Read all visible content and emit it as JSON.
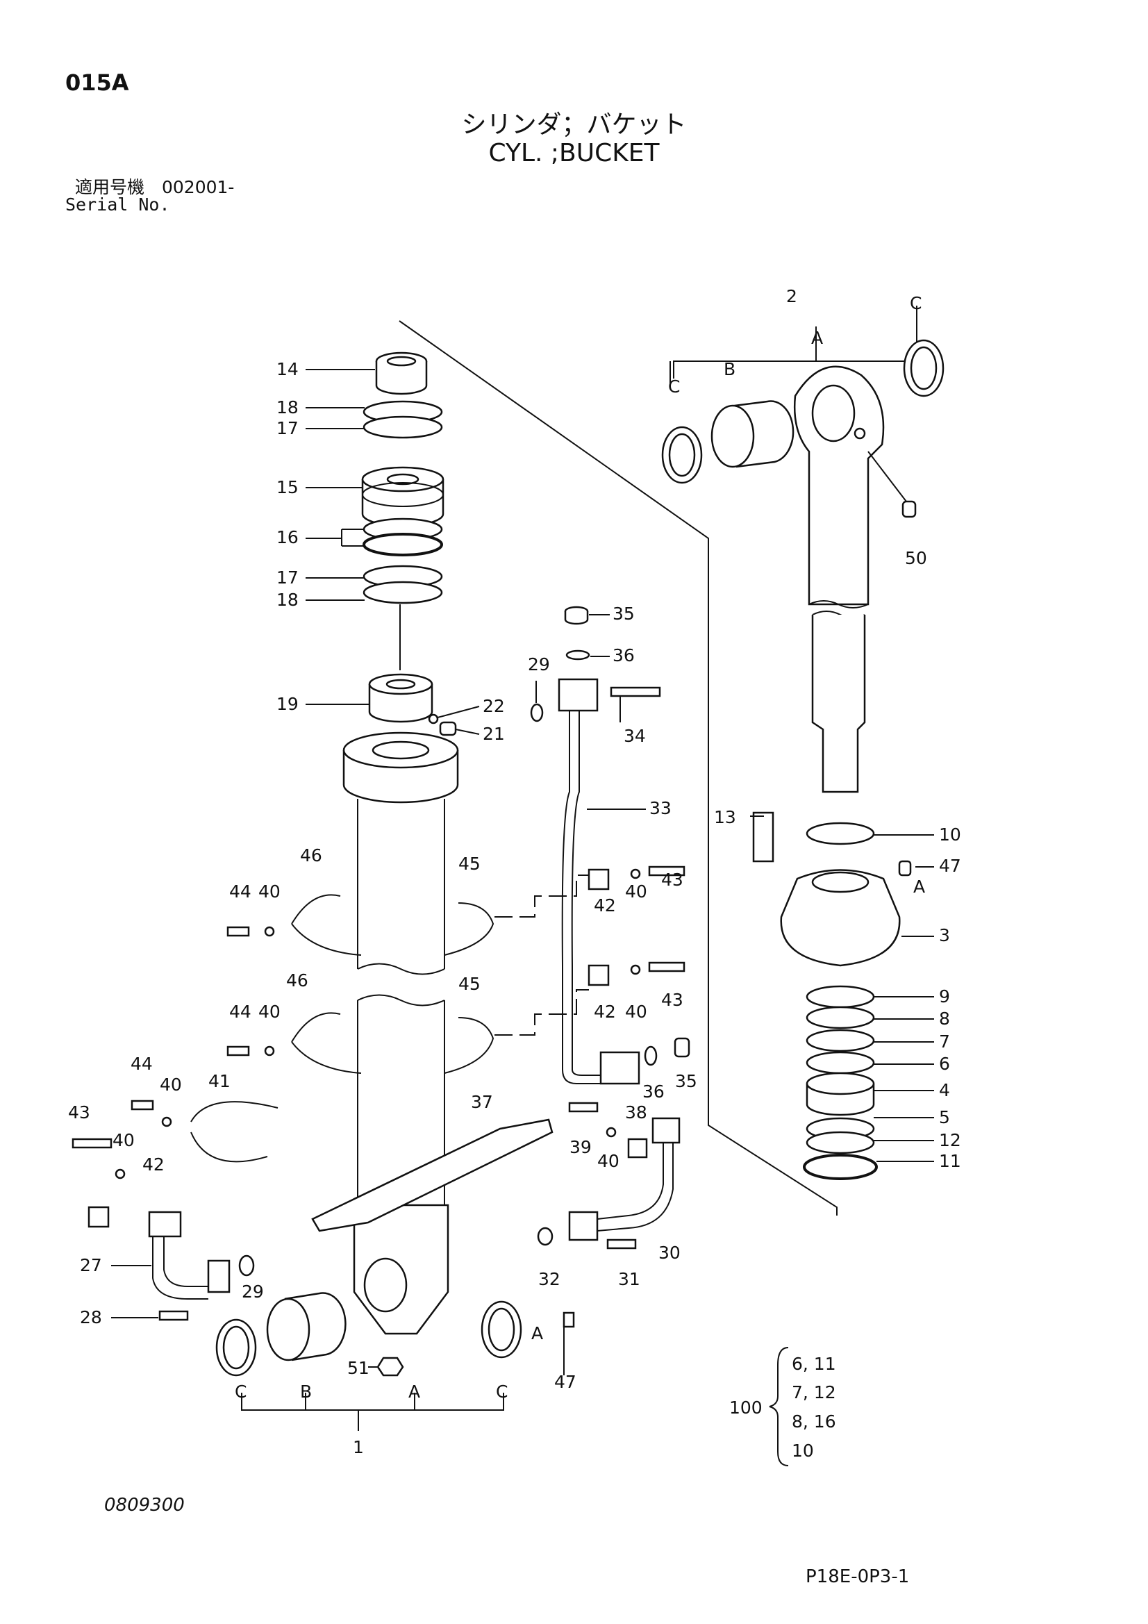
{
  "header": {
    "page_code": "015A",
    "title_jp": "シリンダ；バケット",
    "title_en": "CYL. ;BUCKET",
    "serial_jp": "適用号機　002001-",
    "serial_en": "Serial No."
  },
  "footer": {
    "doc_number": "0809300",
    "page_ref": "P18E-0P3-1"
  },
  "callouts": {
    "c1": "1",
    "c2": "2",
    "c3": "3",
    "c4": "4",
    "c5": "5",
    "c6": "6",
    "c7": "7",
    "c8": "8",
    "c9": "9",
    "c10": "10",
    "c11": "11",
    "c12": "12",
    "c13": "13",
    "c14": "14",
    "c15": "15",
    "c16": "16",
    "c17a": "17",
    "c17b": "17",
    "c18a": "18",
    "c18b": "18",
    "c19": "19",
    "c21": "21",
    "c22": "22",
    "c27": "27",
    "c28": "28",
    "c29a": "29",
    "c29b": "29",
    "c30": "30",
    "c31": "31",
    "c32": "32",
    "c33": "33",
    "c34": "34",
    "c35a": "35",
    "c35b": "35",
    "c36a": "36",
    "c36b": "36",
    "c37": "37",
    "c38": "38",
    "c39": "39",
    "c40a": "40",
    "c40b": "40",
    "c40c": "40",
    "c40d": "40",
    "c40e": "40",
    "c40f": "40",
    "c40g": "40",
    "c41": "41",
    "c42a": "42",
    "c42b": "42",
    "c42c": "42",
    "c43a": "43",
    "c43b": "43",
    "c43c": "43",
    "c44a": "44",
    "c44b": "44",
    "c44c": "44",
    "c45a": "45",
    "c45b": "45",
    "c46a": "46",
    "c46b": "46",
    "c47a": "47",
    "c47b": "47",
    "c50": "50",
    "c51": "51",
    "la1": "A",
    "la2": "A",
    "la3": "A",
    "la4": "A",
    "lb1": "B",
    "lb2": "B",
    "lc1": "C",
    "lc2": "C",
    "lc3": "C",
    "lc4": "C"
  },
  "kit": {
    "number": "100",
    "items": [
      "6, 11",
      "7, 12",
      "8, 16",
      "10"
    ]
  }
}
